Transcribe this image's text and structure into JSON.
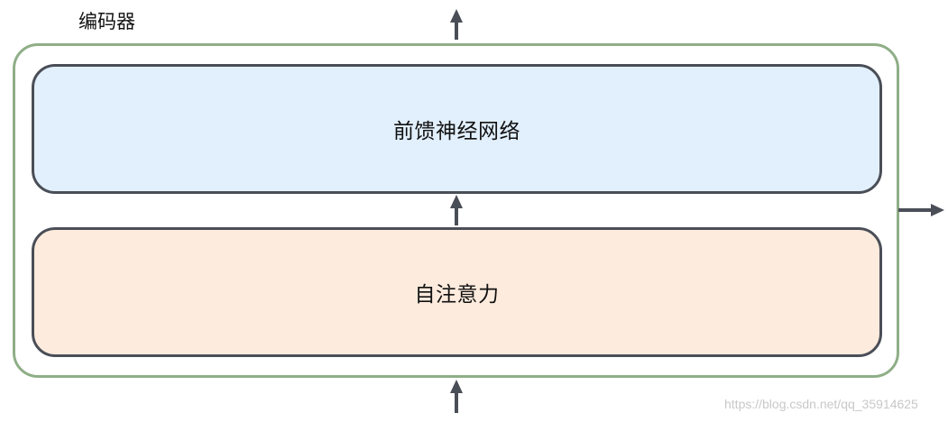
{
  "diagram": {
    "encoder_label": "编码器",
    "ffn_label": "前馈神经网络",
    "attention_label": "自注意力",
    "watermark": "https://blog.csdn.net/qq_35914625",
    "colors": {
      "encoder_border": "#8fae87",
      "box_border": "#4a4e57",
      "ffn_fill": "#e2f0fd",
      "attention_fill": "#fdebdd",
      "arrow": "#4a4e57"
    }
  }
}
